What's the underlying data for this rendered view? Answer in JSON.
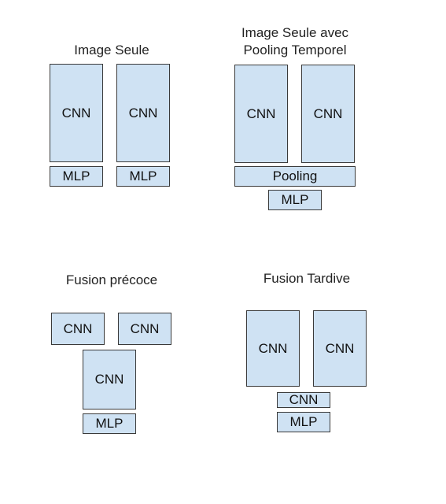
{
  "colors": {
    "box_fill": "#cfe2f3",
    "box_border": "#3a3a3a",
    "text": "#222222"
  },
  "image_seule": {
    "title": "Image Seule",
    "cnn_1": "CNN",
    "cnn_2": "CNN",
    "mlp_1": "MLP",
    "mlp_2": "MLP"
  },
  "pooling_temporel": {
    "title_line1": "Image Seule avec",
    "title_line2": "Pooling Temporel",
    "cnn_1": "CNN",
    "cnn_2": "CNN",
    "pooling": "Pooling",
    "mlp": "MLP"
  },
  "fusion_precoce": {
    "title": "Fusion précoce",
    "cnn_1": "CNN",
    "cnn_2": "CNN",
    "cnn_3": "CNN",
    "mlp": "MLP"
  },
  "fusion_tardive": {
    "title": "Fusion Tardive",
    "cnn_1": "CNN",
    "cnn_2": "CNN",
    "cnn_3": "CNN",
    "mlp": "MLP"
  }
}
